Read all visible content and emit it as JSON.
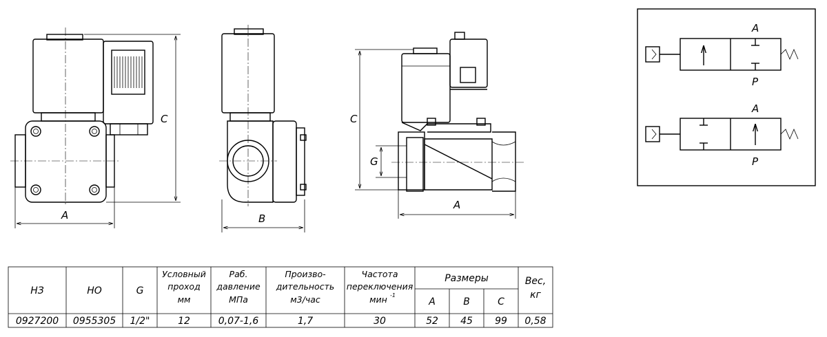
{
  "drawing": {
    "dim_a": "A",
    "dim_b": "B",
    "dim_c": "C",
    "dim_g": "G"
  },
  "schematic": {
    "port_a": "A",
    "port_p": "P"
  },
  "table": {
    "headers": {
      "nz": "НЗ",
      "no": "НО",
      "g": "G",
      "bore": [
        "Условный",
        "проход",
        "мм"
      ],
      "pressure": [
        "Раб.",
        "давление",
        "МПа"
      ],
      "flow": [
        "Произво-",
        "дительность",
        "м3/час"
      ],
      "freq": [
        "Частота",
        "переключения",
        "мин"
      ],
      "freq_sup": "-1",
      "sizes": "Размеры",
      "size_a": "A",
      "size_b": "B",
      "size_c": "C",
      "weight": [
        "Вес,",
        "кг"
      ]
    },
    "row": {
      "nz": "0927200",
      "no": "0955305",
      "g": "1/2\"",
      "bore": "12",
      "pressure": "0,07-1,6",
      "flow": "1,7",
      "freq": "30",
      "a": "52",
      "b": "45",
      "c": "99",
      "weight": "0,58"
    }
  }
}
